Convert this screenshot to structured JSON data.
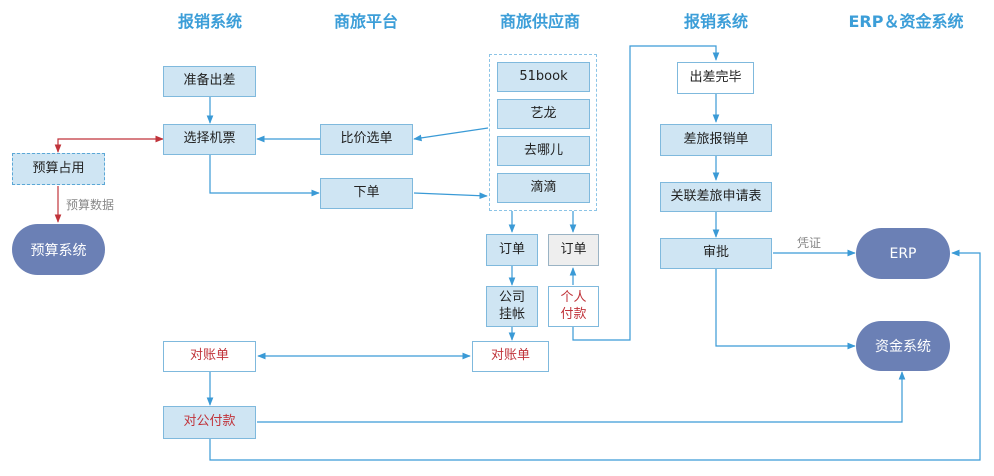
{
  "lanes": [
    "报销系统",
    "商旅平台",
    "商旅供应商",
    "报销系统",
    "ERP＆资金系统"
  ],
  "nodes": {
    "prepare_trip": "准备出差",
    "select_ticket": "选择机票",
    "budget_reserve": "预算占用",
    "budget_system": "预算系统",
    "compare_order": "比价选单",
    "place_order": "下单",
    "suppliers": [
      "51book",
      "艺龙",
      "去哪儿",
      "滴滴"
    ],
    "order_company": "订单",
    "order_personal": "订单",
    "company_charge": "公司\n挂帐",
    "personal_pay": "个人\n付款",
    "reconcile_expense": "对账单",
    "reconcile_supplier": "对账单",
    "corporate_payment": "对公付款",
    "trip_done": "出差完毕",
    "travel_claim": "差旅报销单",
    "link_request": "关联差旅申请表",
    "approval": "审批",
    "erp": "ERP",
    "fund_system": "资金系统"
  },
  "edge_labels": {
    "budget_data": "预算数据",
    "voucher": "凭证"
  },
  "colors": {
    "lane_title": "#3c9ed8",
    "line": "#3a9ad6",
    "budget_line": "#c0333a",
    "box_fill": "#cfe5f3",
    "oval_fill": "#6b80b5"
  }
}
